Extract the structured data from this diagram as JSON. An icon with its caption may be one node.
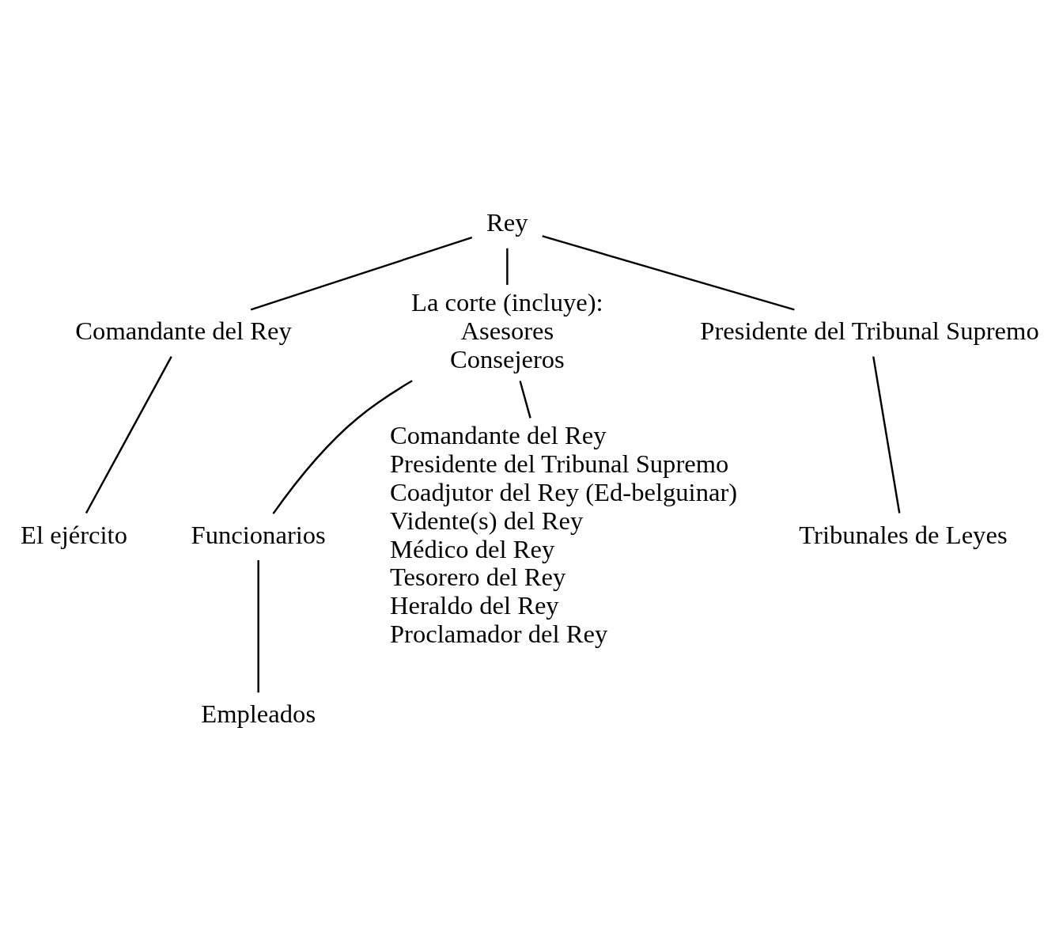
{
  "diagram": {
    "nodes": [
      {
        "text": [
          "Rey"
        ]
      },
      {
        "text": [
          "Comandante del Rey"
        ]
      },
      {
        "text": [
          "La corte (incluye):",
          "Asesores",
          "Consejeros"
        ]
      },
      {
        "text": [
          "Presidente del Tribunal Supremo"
        ]
      },
      {
        "text": [
          "El ejército"
        ]
      },
      {
        "text": [
          "Funcionarios"
        ]
      },
      {
        "text": [
          "Empleados"
        ]
      },
      {
        "text": [
          "Tribunales de Leyes"
        ]
      },
      {
        "text": [
          "Comandante del Rey",
          "Presidente del Tribunal Supremo",
          "Coadjutor del Rey (Ed-belguinar)",
          "Vidente(s) del Rey",
          "Médico del Rey",
          "Tesorero del Rey",
          "Heraldo del Rey",
          "Proclamador del Rey"
        ]
      }
    ],
    "edges": [
      {
        "from": 0,
        "to": 1,
        "arrow": "none"
      },
      {
        "from": 0,
        "to": 2,
        "arrow": "none"
      },
      {
        "from": 0,
        "to": 3,
        "arrow": "none"
      },
      {
        "from": 1,
        "to": 4,
        "arrow": "none"
      },
      {
        "from": 2,
        "to": 5,
        "arrow": "none"
      },
      {
        "from": 5,
        "to": 6,
        "arrow": "none"
      },
      {
        "from": 3,
        "to": 7,
        "arrow": "none"
      },
      {
        "from": 2,
        "to": 8,
        "arrow": "none"
      }
    ]
  }
}
